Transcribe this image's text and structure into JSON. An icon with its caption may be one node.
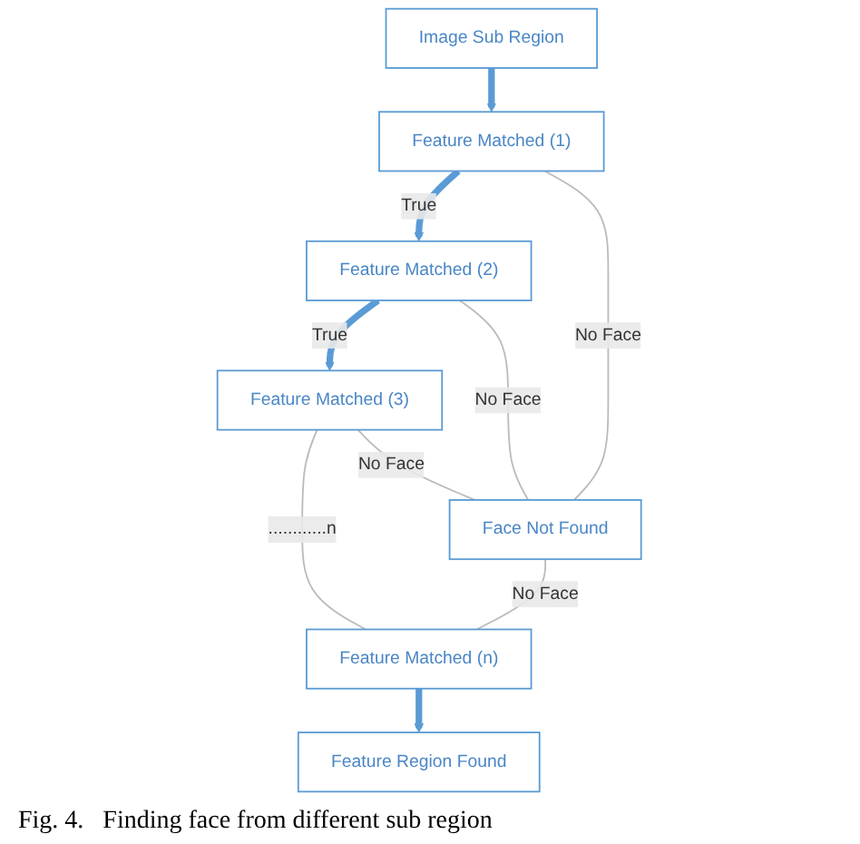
{
  "diagram": {
    "caption": "Fig. 4.   Finding face from different sub region",
    "nodes": [
      {
        "text": [
          "Image Sub Region"
        ]
      },
      {
        "text": [
          "Feature Matched (1)"
        ]
      },
      {
        "text": [
          "Feature Matched (2)"
        ]
      },
      {
        "text": [
          "Feature Matched (3)"
        ]
      },
      {
        "text": [
          "Feature Matched (n)"
        ]
      },
      {
        "text": [
          "Feature Region Found"
        ]
      },
      {
        "text": [
          "Face Not Found"
        ]
      }
    ],
    "edges": [
      {
        "from": 0,
        "to": 1,
        "arrow": "to",
        "style": "thick",
        "color": "#5b9bd5"
      },
      {
        "from": 1,
        "to": 2,
        "arrow": "to",
        "label": "True",
        "style": "thick",
        "color": "#5b9bd5"
      },
      {
        "from": 2,
        "to": 3,
        "arrow": "to",
        "label": "True",
        "style": "thick",
        "color": "#5b9bd5"
      },
      {
        "from": 3,
        "to": 4,
        "arrow": "none",
        "label": "............n"
      },
      {
        "from": 4,
        "to": 5,
        "arrow": "to",
        "style": "thick",
        "color": "#5b9bd5"
      },
      {
        "from": 1,
        "to": 6,
        "arrow": "none",
        "label": "No Face"
      },
      {
        "from": 2,
        "to": 6,
        "arrow": "none",
        "label": "No Face"
      },
      {
        "from": 3,
        "to": 6,
        "arrow": "none",
        "label": "No Face"
      },
      {
        "from": 6,
        "to": 4,
        "arrow": "none",
        "label": "No Face"
      }
    ]
  }
}
